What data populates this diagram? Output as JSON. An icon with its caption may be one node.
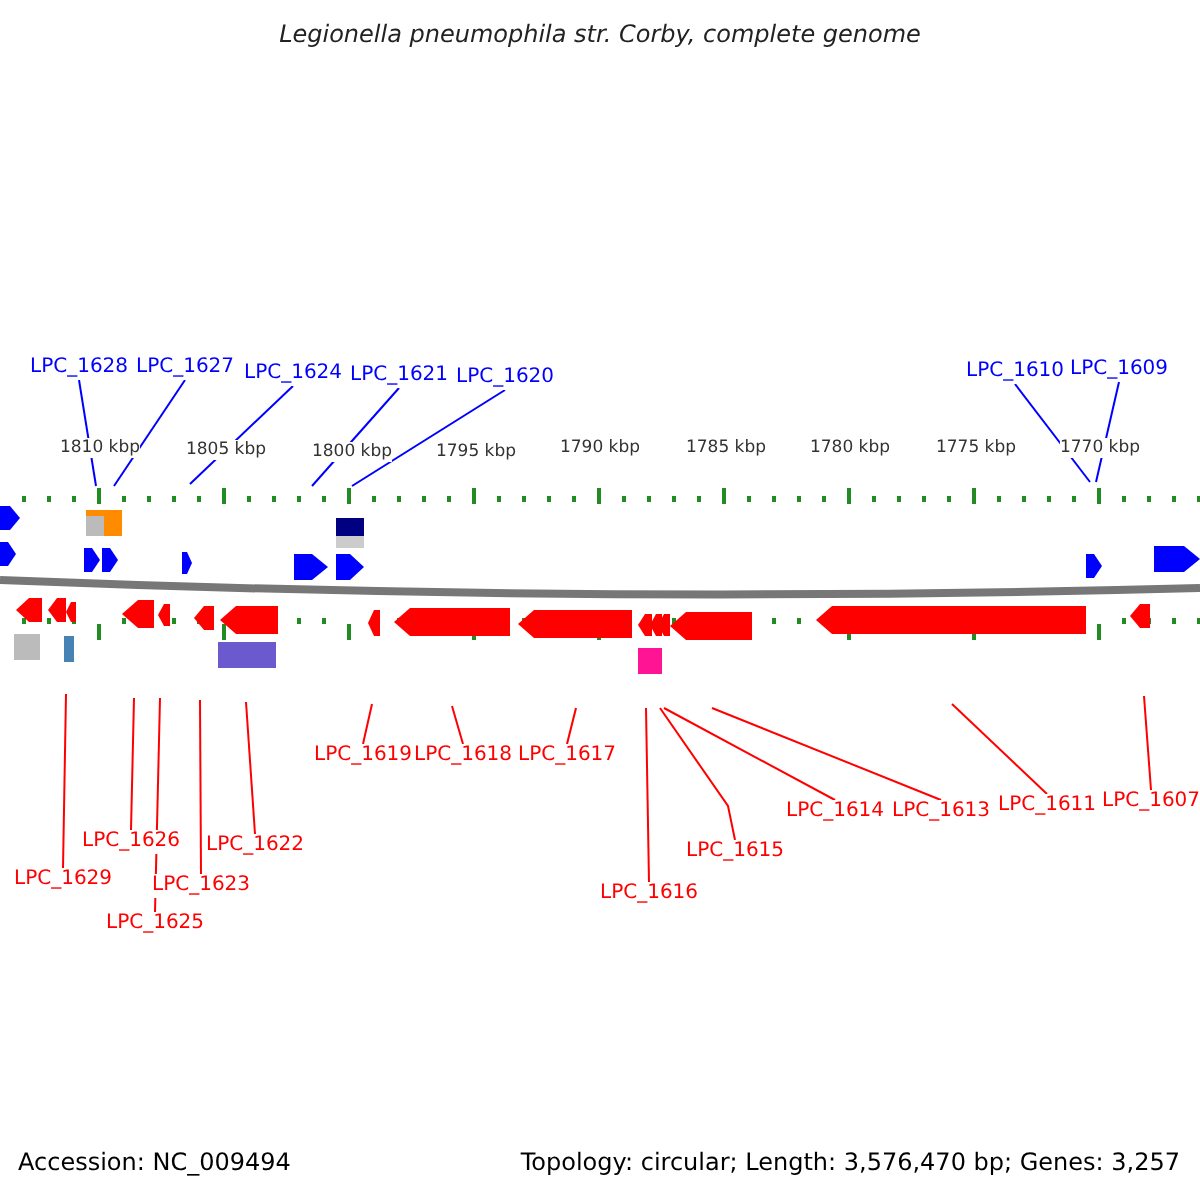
{
  "diagram": {
    "title": "Legionella pneumophila str. Corby, complete genome",
    "nodes": [
      {
        "text": [
          "LPC_1628"
        ]
      },
      {
        "text": [
          "LPC_1627"
        ]
      },
      {
        "text": [
          "LPC_1624"
        ]
      },
      {
        "text": [
          "LPC_1621"
        ]
      },
      {
        "text": [
          "LPC_1620"
        ]
      },
      {
        "text": [
          "LPC_1610"
        ]
      },
      {
        "text": [
          "LPC_1609"
        ]
      },
      {
        "text": [
          "LPC_1629"
        ]
      },
      {
        "text": [
          "LPC_1626"
        ]
      },
      {
        "text": [
          "LPC_1625"
        ]
      },
      {
        "text": [
          "LPC_1623"
        ]
      },
      {
        "text": [
          "LPC_1622"
        ]
      },
      {
        "text": [
          "LPC_1619"
        ]
      },
      {
        "text": [
          "LPC_1618"
        ]
      },
      {
        "text": [
          "LPC_1617"
        ]
      },
      {
        "text": [
          "LPC_1616"
        ]
      },
      {
        "text": [
          "LPC_1615"
        ]
      },
      {
        "text": [
          "LPC_1614"
        ]
      },
      {
        "text": [
          "LPC_1613"
        ]
      },
      {
        "text": [
          "LPC_1611"
        ]
      },
      {
        "text": [
          "LPC_1607"
        ]
      }
    ],
    "edges": [
      {
        "from": 0,
        "to": null,
        "arrow": "none",
        "color": "#0000ff"
      },
      {
        "from": 1,
        "to": null,
        "arrow": "none",
        "color": "#0000ff"
      },
      {
        "from": 2,
        "to": null,
        "arrow": "none",
        "color": "#0000ff"
      },
      {
        "from": 3,
        "to": null,
        "arrow": "none",
        "color": "#0000ff"
      },
      {
        "from": 4,
        "to": null,
        "arrow": "none",
        "color": "#0000ff"
      },
      {
        "from": 5,
        "to": null,
        "arrow": "none",
        "color": "#0000ff"
      },
      {
        "from": 6,
        "to": null,
        "arrow": "none",
        "color": "#0000ff"
      },
      {
        "from": 7,
        "to": null,
        "arrow": "none"
      },
      {
        "from": 8,
        "to": null,
        "arrow": "none"
      },
      {
        "from": 9,
        "to": null,
        "arrow": "none"
      },
      {
        "from": 10,
        "to": null,
        "arrow": "none"
      },
      {
        "from": 11,
        "to": null,
        "arrow": "none"
      },
      {
        "from": 12,
        "to": null,
        "arrow": "none"
      },
      {
        "from": 13,
        "to": null,
        "arrow": "none"
      },
      {
        "from": 14,
        "to": null,
        "arrow": "none"
      },
      {
        "from": 15,
        "to": null,
        "arrow": "none"
      },
      {
        "from": 16,
        "to": null,
        "arrow": "none"
      },
      {
        "from": 17,
        "to": null,
        "arrow": "none"
      },
      {
        "from": 18,
        "to": null,
        "arrow": "none"
      },
      {
        "from": 19,
        "to": null,
        "arrow": "none"
      },
      {
        "from": 20,
        "to": null,
        "arrow": "none"
      }
    ],
    "labels": [
      "1810 kbp",
      "1805 kbp",
      "1800 kbp",
      "1795 kbp",
      "1790 kbp",
      "1785 kbp",
      "1780 kbp",
      "1775 kbp",
      "1770 kbp",
      "Accession: NC_009494",
      "Topology: circular; Length: 3,576,470 bp; Genes: 3,257"
    ]
  }
}
